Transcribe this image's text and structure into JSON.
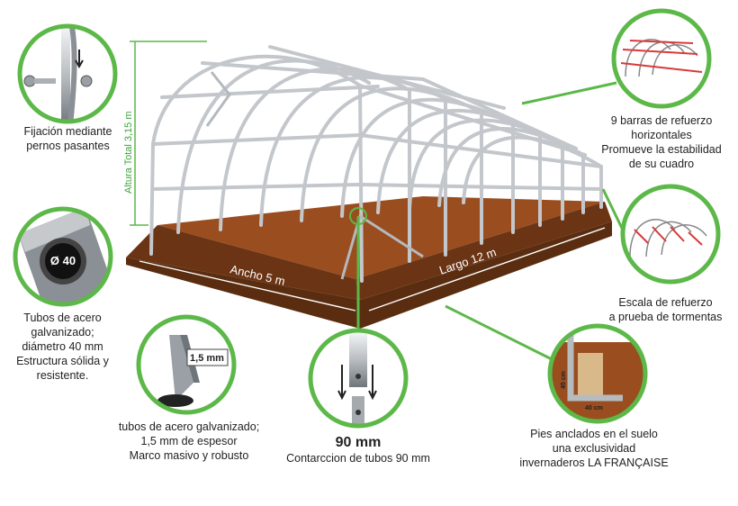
{
  "colors": {
    "accent_green": "#5cb848",
    "soil": "#9a4d1e",
    "soil_dark": "#5a2d10",
    "frame": "#c8ccd0"
  },
  "dimensions": {
    "height_label": "Altura Total 3,15 m",
    "width_label": "Ancho 5 m",
    "length_label": "Largo 12 m"
  },
  "callouts": {
    "bolts": {
      "icon": "bolt-fixing-icon",
      "lines": [
        "Fijación mediante",
        "pernos pasantes"
      ]
    },
    "tube_diameter": {
      "badge": "Ø 40",
      "lines": [
        "Tubos de acero",
        "galvanizado;",
        "diámetro 40 mm",
        "Estructura sólida y",
        "resistente."
      ]
    },
    "thickness": {
      "badge": "1,5 mm",
      "lines": [
        "tubos de acero galvanizado;",
        "1,5 mm de espesor",
        "Marco masivo y robusto"
      ]
    },
    "tube_joint": {
      "title": "90 mm",
      "lines": [
        "Contarccion de tubos 90 mm"
      ]
    },
    "feet": {
      "label_v": "45 cm",
      "label_h": "40 cm",
      "lines": [
        "Pies anclados en el suelo",
        "una exclusividad",
        "invernaderos LA FRANÇAISE"
      ]
    },
    "horizontal_bars": {
      "lines": [
        "9 barras de refuerzo",
        "horizontales",
        "Promueve la estabilidad",
        "de su cuadro"
      ]
    },
    "storm": {
      "lines": [
        "Escala de refuerzo",
        "a prueba de tormentas"
      ]
    }
  }
}
